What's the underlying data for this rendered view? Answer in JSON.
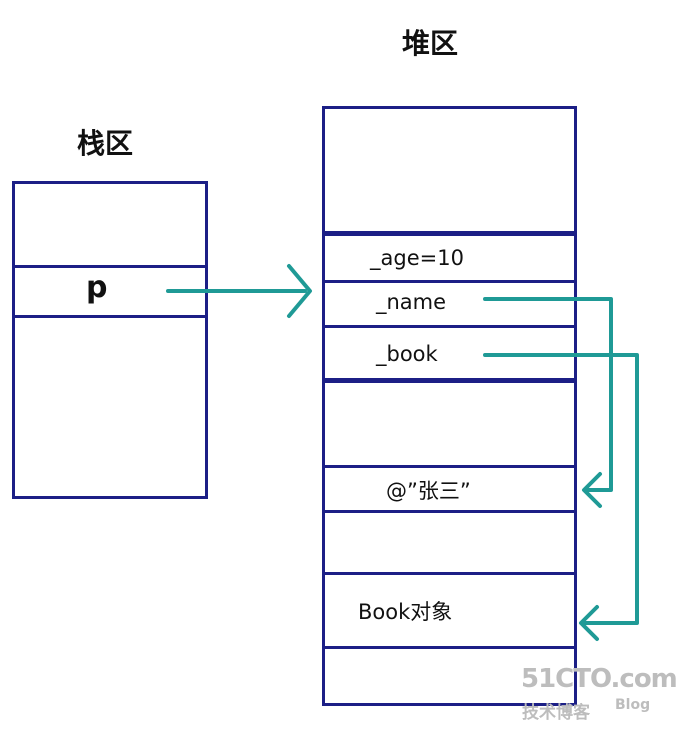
{
  "titles": {
    "stack": "栈区",
    "heap": "堆区"
  },
  "stack": {
    "pointer_label": "p"
  },
  "heap": {
    "age_field": "_age=10",
    "name_field": "_name",
    "book_field": "_book",
    "string_object": "@”张三”",
    "book_object": "Book对象"
  },
  "watermark": {
    "brand": "51CTO.com",
    "sub": "技术博客",
    "blog": "Blog"
  },
  "colors": {
    "box_border": "#1c1f86",
    "arrow": "#1f9a96"
  }
}
